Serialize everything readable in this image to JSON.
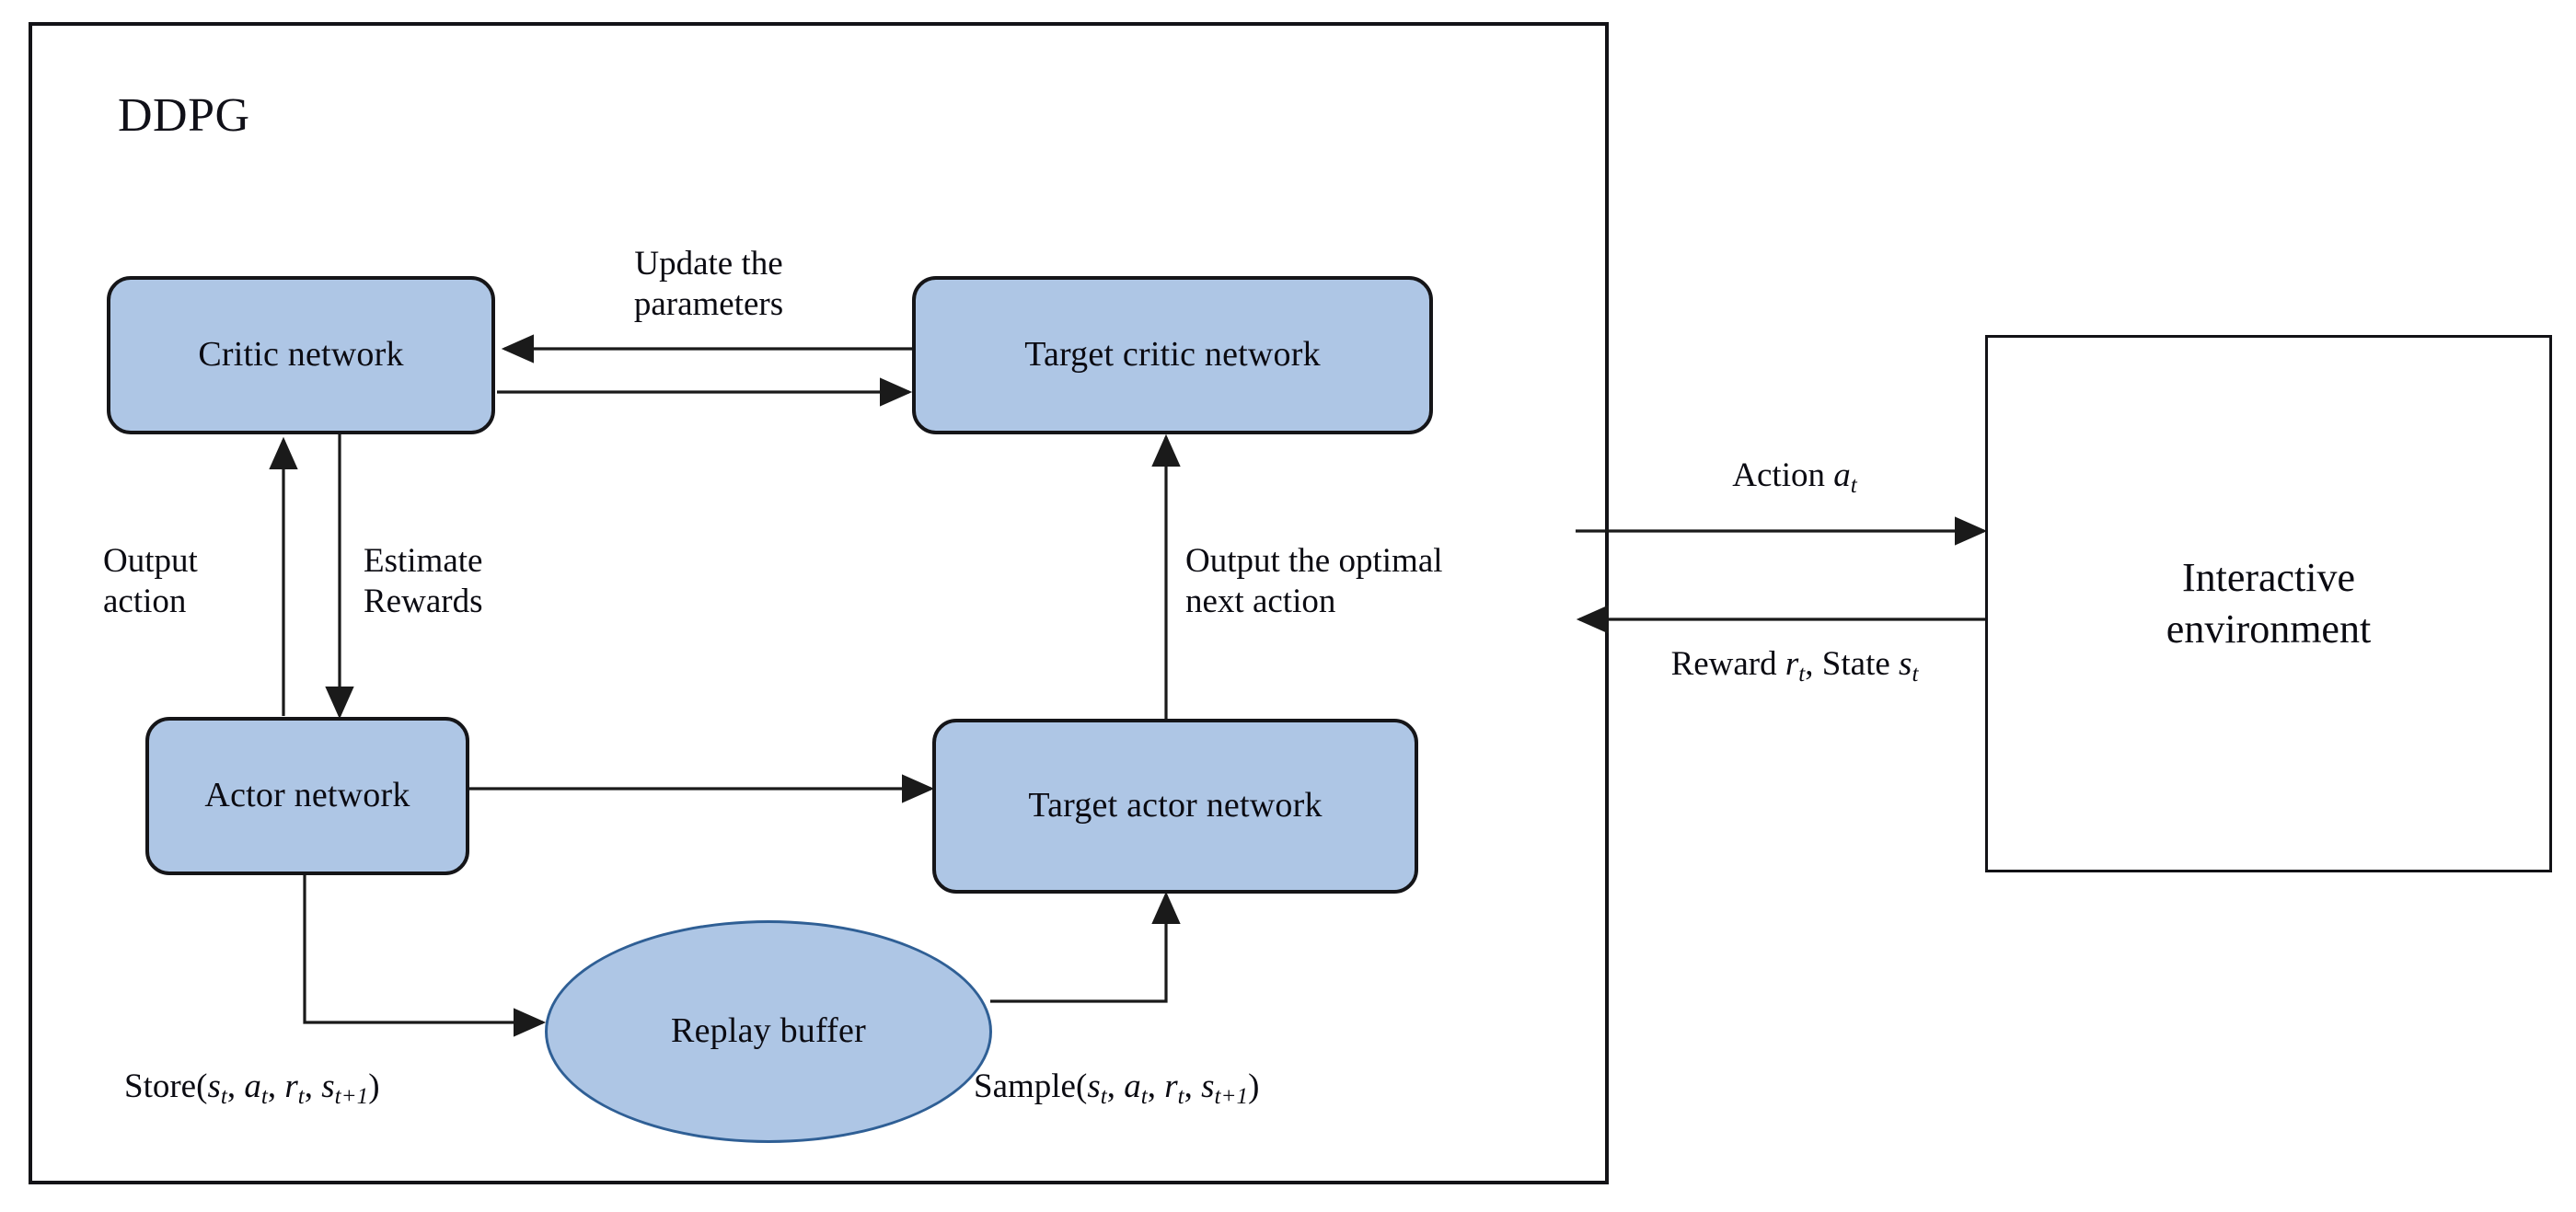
{
  "diagram": {
    "title": "DDPG",
    "outer_container_label": "DDPG",
    "nodes": {
      "critic": "Critic network",
      "target_critic": "Target critic network",
      "actor": "Actor network",
      "target_actor": "Target actor network",
      "replay_buffer": "Replay buffer",
      "environment_line1": "Interactive",
      "environment_line2": "environment"
    },
    "edge_labels": {
      "update_parameters_line1": "Update the",
      "update_parameters_line2": "parameters",
      "output_action_line1": "Output",
      "output_action_line2": "action",
      "estimate_rewards_line1": "Estimate",
      "estimate_rewards_line2": "Rewards",
      "output_optimal_line1": "Output the optimal",
      "output_optimal_line2": "next action",
      "action": "Action",
      "action_var": "a",
      "action_sub": "t",
      "reward_prefix": "Reward",
      "reward_var": "r",
      "reward_sub": "t",
      "state_prefix": "State",
      "state_var": "s",
      "state_sub": "t",
      "store_fn": "Store",
      "sample_fn": "Sample",
      "tuple_open": "(",
      "tuple_close": ")",
      "tuple_s": "s",
      "tuple_a": "a",
      "tuple_r": "r",
      "tuple_sub_t": "t",
      "tuple_sub_t1": "t+1",
      "tuple_sep": ", "
    },
    "colors": {
      "node_fill": "#aec6e5",
      "node_border": "#151518",
      "ellipse_border": "#2f5f95",
      "plain_border": "#121216",
      "arrow": "#1a1a1a",
      "text": "#0b0b12",
      "background": "#ffffff"
    }
  }
}
